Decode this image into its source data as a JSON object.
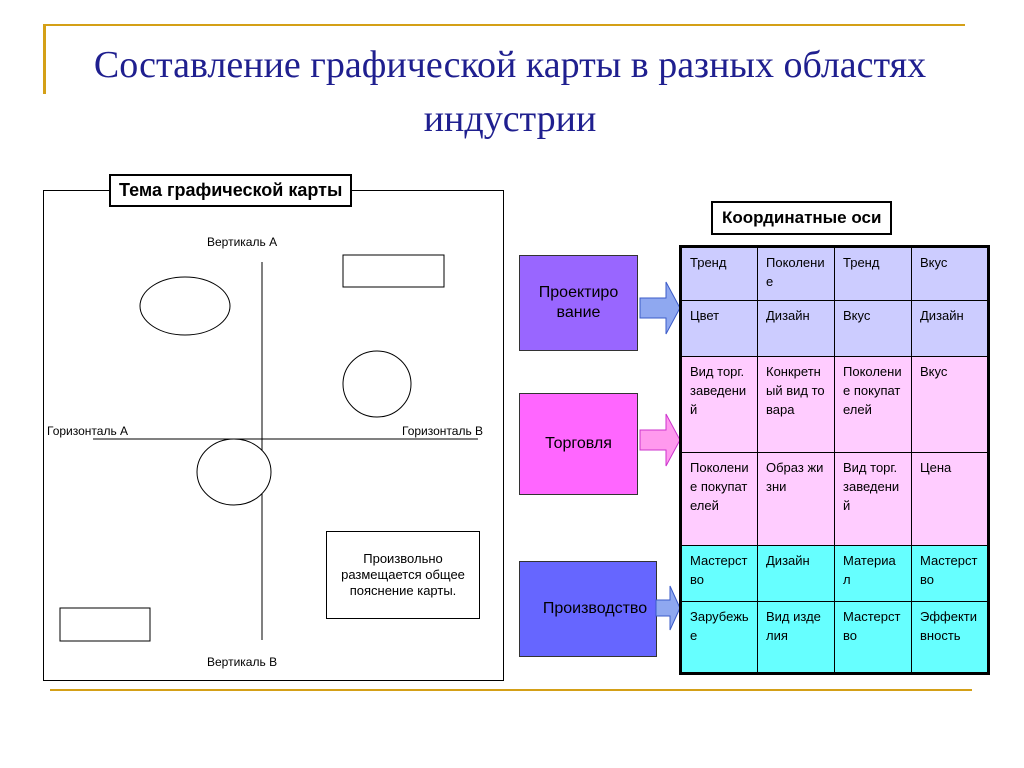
{
  "slide": {
    "title": "Составление графической карты в разных областях индустрии"
  },
  "map": {
    "topic": "Тема графической карты",
    "vertical_a": "Вертикаль А",
    "vertical_b": "Вертикаль В",
    "horizontal_a": "Горизонталь А",
    "horizontal_b": "Горизонталь В",
    "note": "Произвольно размещается общее пояснение карты."
  },
  "categories": {
    "design": "Проектиро вание",
    "trade": "Торговля",
    "production": "Производство"
  },
  "axes": {
    "title": "Координатные оси",
    "rows": [
      {
        "group": "design",
        "cells": [
          "Тренд",
          "Поколение",
          "Тренд",
          "Вкус"
        ]
      },
      {
        "group": "design",
        "cells": [
          "Цвет",
          "Дизайн",
          "Вкус",
          "Дизайн"
        ]
      },
      {
        "group": "trade",
        "cells": [
          "Вид торг. заведений",
          "Конкретный вид товара",
          "Поколение покупателей",
          "Вкус"
        ]
      },
      {
        "group": "trade",
        "cells": [
          "Поколение покупателей",
          "Образ жизни",
          "Вид торг. заведений",
          "Цена"
        ]
      },
      {
        "group": "prod",
        "cells": [
          "Мастерство",
          "Дизайн",
          "Материал",
          "Мастерство"
        ]
      },
      {
        "group": "prod",
        "cells": [
          "Зарубежье",
          "Вид изделия",
          "Мастерство",
          "Эффективность"
        ]
      }
    ]
  },
  "colors": {
    "design_box": "#9966ff",
    "trade_box": "#ff66ff",
    "production_box": "#6666ff",
    "design_rows": "#ccccff",
    "trade_rows": "#ffccff",
    "production_rows": "#66ffff",
    "title_text": "#1f1f8f",
    "accent_line": "#d4a017"
  }
}
